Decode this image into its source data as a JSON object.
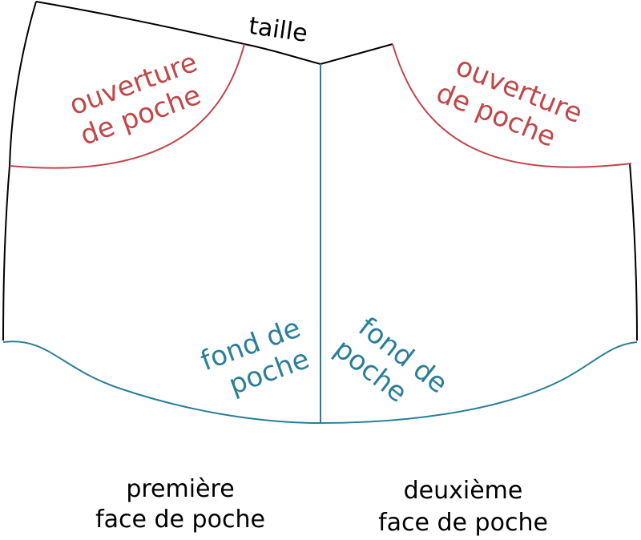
{
  "labels": {
    "waist": "taille",
    "pocket_opening_left": [
      "ouverture",
      "de poche"
    ],
    "pocket_opening_right": [
      "ouverture",
      "de poche"
    ],
    "pocket_bottom_left": [
      "fond de",
      "poche"
    ],
    "pocket_bottom_right": [
      "fond de",
      "poche"
    ],
    "first_face": [
      "première",
      "face de poche"
    ],
    "second_face": [
      "deuxième",
      "face de poche"
    ]
  },
  "colors": {
    "outline": "#000000",
    "opening": "#c0474a",
    "bottom": "#2a7f98"
  }
}
